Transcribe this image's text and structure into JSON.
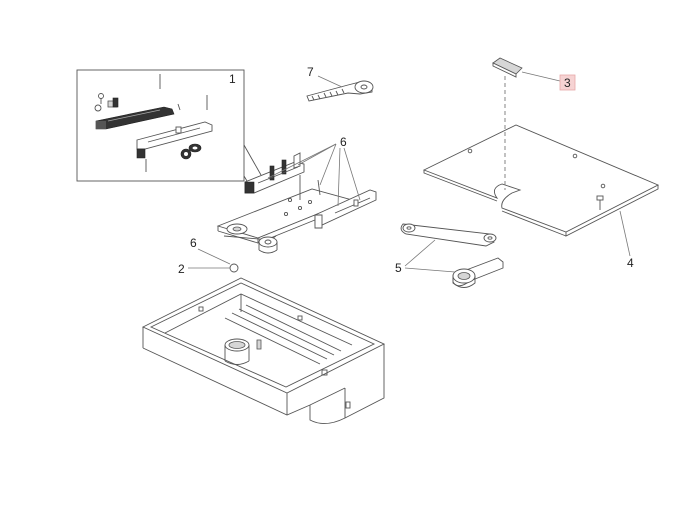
{
  "callouts": [
    {
      "id": "1",
      "text": "1"
    },
    {
      "id": "2",
      "text": "2"
    },
    {
      "id": "3",
      "text": "3",
      "highlighted": true
    },
    {
      "id": "4",
      "text": "4"
    },
    {
      "id": "5",
      "text": "5"
    },
    {
      "id": "6a",
      "text": "6"
    },
    {
      "id": "6b",
      "text": "6"
    },
    {
      "id": "7",
      "text": "7"
    }
  ],
  "colors": {
    "line": "#555555",
    "highlight": "#f6d3d3"
  }
}
